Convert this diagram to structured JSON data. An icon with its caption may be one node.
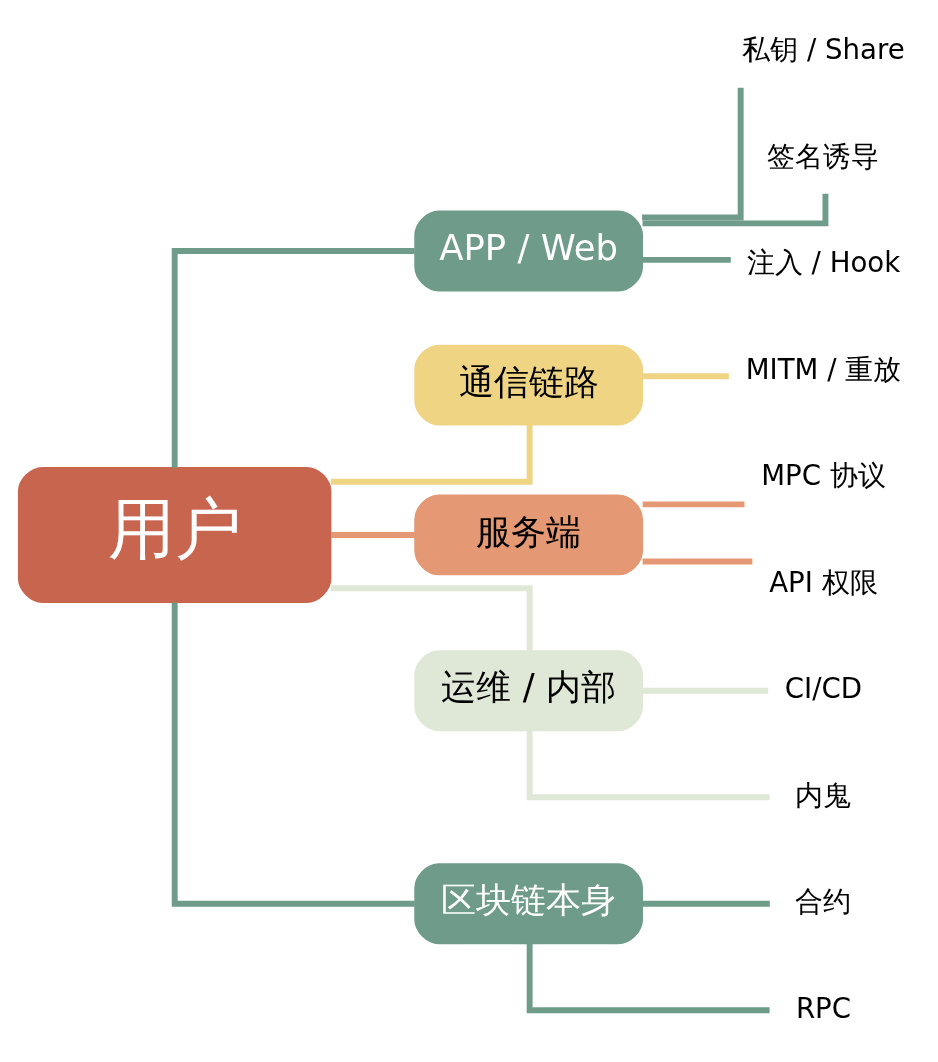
{
  "diagram": {
    "nodes": [
      {
        "text": [
          "用户"
        ]
      },
      {
        "text": [
          "APP / Web"
        ]
      },
      {
        "text": [
          "私钥 / Share"
        ]
      },
      {
        "text": [
          "签名诱导"
        ]
      },
      {
        "text": [
          "注入 / Hook"
        ]
      },
      {
        "text": [
          "通信链路"
        ]
      },
      {
        "text": [
          "MITM / 重放"
        ]
      },
      {
        "text": [
          "服务端"
        ]
      },
      {
        "text": [
          "MPC 协议"
        ]
      },
      {
        "text": [
          "API 权限"
        ]
      },
      {
        "text": [
          "运维 / 内部"
        ]
      },
      {
        "text": [
          "CI/CD"
        ]
      },
      {
        "text": [
          "内鬼"
        ]
      },
      {
        "text": [
          "区块链本身"
        ]
      },
      {
        "text": [
          "合约"
        ]
      },
      {
        "text": [
          "RPC"
        ]
      }
    ],
    "edges": [
      {
        "from": 0,
        "to": 1,
        "arrow": "none",
        "color": "#6f9b8a"
      },
      {
        "from": 1,
        "to": 2,
        "arrow": "none",
        "color": "#6f9b8a"
      },
      {
        "from": 1,
        "to": 3,
        "arrow": "none",
        "color": "#6f9b8a"
      },
      {
        "from": 1,
        "to": 4,
        "arrow": "none",
        "color": "#6f9b8a"
      },
      {
        "from": 0,
        "to": 5,
        "arrow": "none",
        "color": "#efd484"
      },
      {
        "from": 5,
        "to": 6,
        "arrow": "none",
        "color": "#efd484"
      },
      {
        "from": 0,
        "to": 7,
        "arrow": "none",
        "color": "#e49873"
      },
      {
        "from": 7,
        "to": 8,
        "arrow": "none",
        "color": "#e49873"
      },
      {
        "from": 7,
        "to": 9,
        "arrow": "none",
        "color": "#e49873"
      },
      {
        "from": 0,
        "to": 10,
        "arrow": "none",
        "color": "#dfe8d6"
      },
      {
        "from": 10,
        "to": 11,
        "arrow": "none",
        "color": "#dfe8d6"
      },
      {
        "from": 10,
        "to": 12,
        "arrow": "none",
        "color": "#dfe8d6"
      },
      {
        "from": 0,
        "to": 13,
        "arrow": "none",
        "color": "#6f9b8a"
      },
      {
        "from": 13,
        "to": 14,
        "arrow": "none",
        "color": "#6f9b8a"
      },
      {
        "from": 13,
        "to": 15,
        "arrow": "none",
        "color": "#6f9b8a"
      }
    ]
  }
}
